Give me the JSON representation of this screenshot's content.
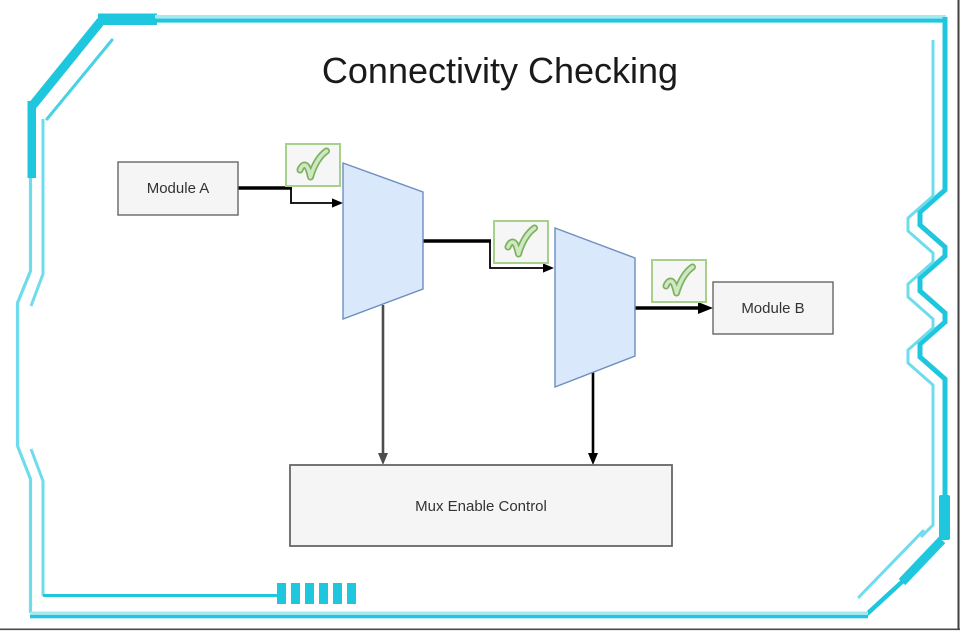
{
  "title": "Connectivity Checking",
  "diagram": {
    "node_labels": {
      "module_a": "Module A",
      "module_b": "Module B",
      "mux_enable": "Mux Enable Control"
    },
    "nodes": [
      {
        "id": "module-a",
        "label": "Module A",
        "type": "box"
      },
      {
        "id": "mux-1",
        "label": "",
        "type": "mux-trapezoid"
      },
      {
        "id": "mux-2",
        "label": "",
        "type": "mux-trapezoid"
      },
      {
        "id": "module-b",
        "label": "Module B",
        "type": "box"
      },
      {
        "id": "mux-enable-control",
        "label": "Mux Enable Control",
        "type": "box"
      }
    ],
    "edges": [
      {
        "from": "module-a",
        "to": "mux-1",
        "status": "checked"
      },
      {
        "from": "mux-1",
        "to": "mux-2",
        "status": "checked"
      },
      {
        "from": "mux-2",
        "to": "module-b",
        "status": "checked"
      },
      {
        "from": "mux-1",
        "to": "mux-enable-control",
        "status": "control"
      },
      {
        "from": "mux-2",
        "to": "mux-enable-control",
        "status": "control"
      }
    ],
    "icons": [
      "check-icon",
      "check-icon",
      "check-icon"
    ]
  },
  "colors": {
    "frame_cyan_dark": "#1ec7dd",
    "frame_cyan_mid": "#6edcec",
    "frame_cyan_light": "#a6e7f2",
    "mux_fill": "#dae8fc",
    "mux_stroke": "#6c8ebf",
    "box_fill": "#f5f5f5",
    "box_stroke": "#666666",
    "check_border": "#a7d08c",
    "check_dark_green": "#7cb25e",
    "check_light_green": "#cfe7c2",
    "arrow_black": "#000000",
    "arrow_gray": "#4d4d4d",
    "title_color": "#1a1a1a"
  }
}
